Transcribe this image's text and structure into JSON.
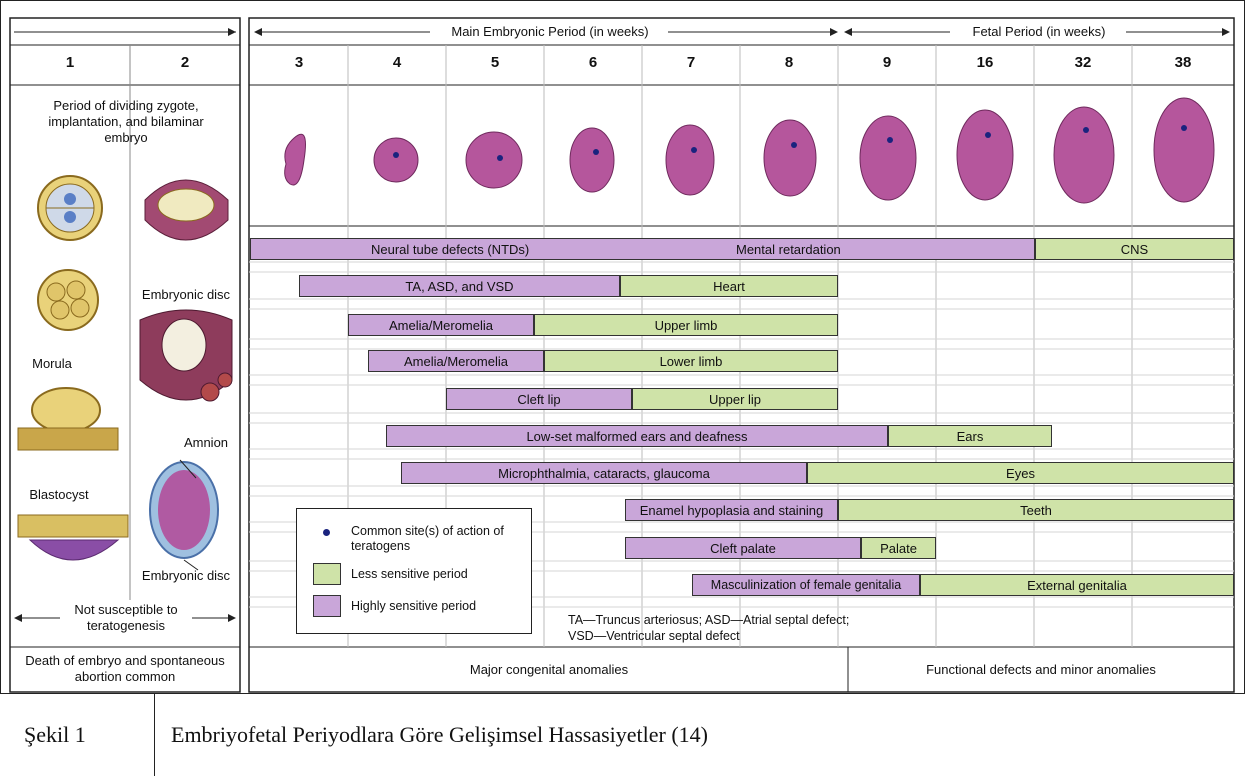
{
  "header": {
    "main_period": "Main Embryonic Period (in weeks)",
    "fetal_period": "Fetal Period (in weeks)"
  },
  "weeks": [
    "1",
    "2",
    "3",
    "4",
    "5",
    "6",
    "7",
    "8",
    "9",
    "16",
    "32",
    "38"
  ],
  "left_panel": {
    "period_text": "Period of dividing zygote, implantation, and bilaminar embryo",
    "embryonic_disc_1": "Embryonic disc",
    "morula": "Morula",
    "amnion": "Amnion",
    "blastocyst": "Blastocyst",
    "embryonic_disc_2": "Embryonic disc",
    "not_susceptible": "Not susceptible to teratogenesis",
    "death": "Death of embryo and spontaneous abortion common"
  },
  "bars": {
    "ntd": "Neural tube defects (NTDs)",
    "mental": "Mental retardation",
    "cns": "CNS",
    "heart_high": "TA, ASD, and VSD",
    "heart_low": "Heart",
    "upper_high": "Amelia/Meromelia",
    "upper_low": "Upper limb",
    "lower_high": "Amelia/Meromelia",
    "lower_low": "Lower limb",
    "lip_high": "Cleft lip",
    "lip_low": "Upper lip",
    "ears_high": "Low-set malformed ears and deafness",
    "ears_low": "Ears",
    "eyes_high": "Microphthalmia, cataracts, glaucoma",
    "eyes_low": "Eyes",
    "teeth_high": "Enamel hypoplasia and staining",
    "teeth_low": "Teeth",
    "palate_high": "Cleft palate",
    "palate_low": "Palate",
    "genital_high": "Masculinization of female genitalia",
    "genital_low": "External genitalia"
  },
  "legend": {
    "dot": "Common site(s) of action of teratogens",
    "less": "Less sensitive period",
    "high": "Highly sensitive period"
  },
  "abbreviations": {
    "line1": "TA—Truncus arteriosus; ASD—Atrial septal defect;",
    "line2": "VSD—Ventricular septal defect"
  },
  "footer": {
    "major": "Major congenital anomalies",
    "functional": "Functional defects and minor anomalies"
  },
  "caption": {
    "number": "Şekil 1",
    "text": "Embriyofetal Periyodlara Göre Gelişimsel Hassasiyetler (14)"
  },
  "colors": {
    "highly_sensitive": "#c9a6d9",
    "less_sensitive": "#cfe3a8",
    "embryo": "#b5569c"
  }
}
